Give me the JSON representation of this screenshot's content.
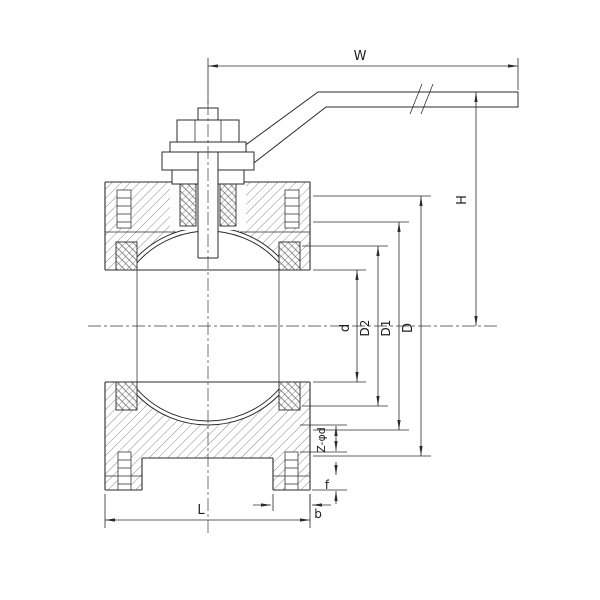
{
  "drawing": {
    "description": "ball valve cross-section with lever handle",
    "dims": {
      "W": "W",
      "H": "H",
      "d": "d",
      "D2": "D2",
      "D1": "D1",
      "D": "D",
      "Zd": "Z-φd",
      "f": "f",
      "b": "b",
      "L": "L"
    },
    "colors": {
      "line": "#2b2b2b",
      "hatch": "#6f6f6f",
      "background": "#ffffff"
    }
  }
}
